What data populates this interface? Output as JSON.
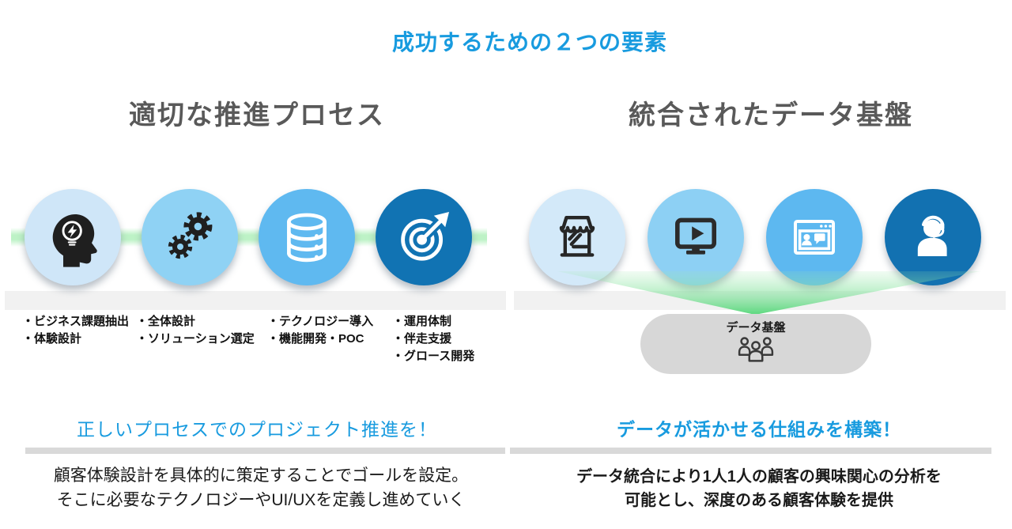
{
  "title": "成功するための２つの要素",
  "palette": {
    "accent_blue": "#189BDF",
    "heading_gray": "#595959",
    "circle_colors": [
      "#cfe6f8",
      "#8fd2f4",
      "#5fb9f0",
      "#1173b3"
    ],
    "connector_green": "#bdf2c6",
    "strip_gray": "#f1f1f1",
    "pill_gray": "#d7d7d7"
  },
  "left": {
    "heading": "適切な推進プロセス",
    "steps": [
      {
        "icon": "head-idea",
        "items": [
          "・ビジネス課題抽出",
          "・体験設計"
        ]
      },
      {
        "icon": "gears",
        "items": [
          "・全体設計",
          "・ソリューション選定"
        ]
      },
      {
        "icon": "database",
        "items": [
          "・テクノロジー導入",
          "・機能開発・POC"
        ]
      },
      {
        "icon": "target-arrow",
        "items": [
          "・運用体制",
          "・伴走支援",
          "・グロース開発"
        ]
      }
    ],
    "headline": "正しいプロセスでのプロジェクト推進を！",
    "body": [
      "顧客体験設計を具体的に策定することでゴールを設定。",
      "そこに必要なテクノロジーやUI/UXを定義し進めていく"
    ]
  },
  "right": {
    "heading": "統合されたデータ基盤",
    "channels": [
      {
        "icon": "storefront"
      },
      {
        "icon": "tv-play"
      },
      {
        "icon": "video-chat"
      },
      {
        "icon": "support-agent"
      }
    ],
    "platform_label": "データ基盤",
    "headline": "データが活かせる仕組みを構築！",
    "body": [
      "データ統合により1人1人の顧客の興味関心の分析を",
      "可能とし、深度のある顧客体験を提供"
    ]
  }
}
